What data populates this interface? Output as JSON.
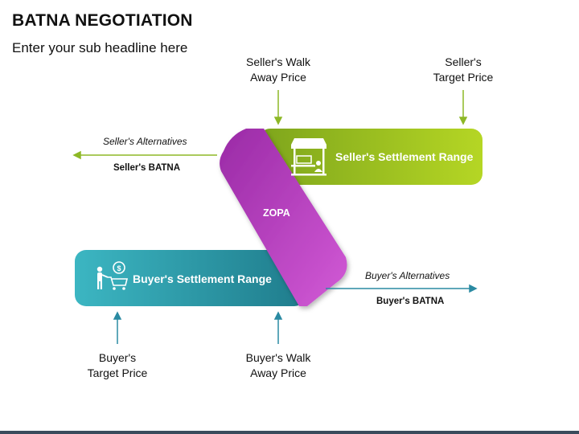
{
  "header": {
    "title": "BATNA NEGOTIATION",
    "subtitle": "Enter your sub headline here"
  },
  "seller": {
    "walk_away_label": "Seller's Walk\nAway Price",
    "target_label": "Seller's\nTarget Price",
    "alternatives_label": "Seller's Alternatives",
    "batna_label": "Seller's BATNA",
    "settlement_label": "Seller's Settlement Range",
    "icon": "shop-icon",
    "band_color": "#a8c91f"
  },
  "buyer": {
    "walk_away_label": "Buyer's Walk\nAway Price",
    "target_label": "Buyer's\nTarget Price",
    "alternatives_label": "Buyer's Alternatives",
    "batna_label": "Buyer's BATNA",
    "settlement_label": "Buyer's Settlement Range",
    "icon": "shopping-cart-icon",
    "band_color": "#2a9fb0"
  },
  "zopa": {
    "label": "ZOPA",
    "color": "#b93cc0"
  },
  "colors": {
    "seller_arrow": "#8db826",
    "buyer_arrow": "#2a8aa2"
  }
}
